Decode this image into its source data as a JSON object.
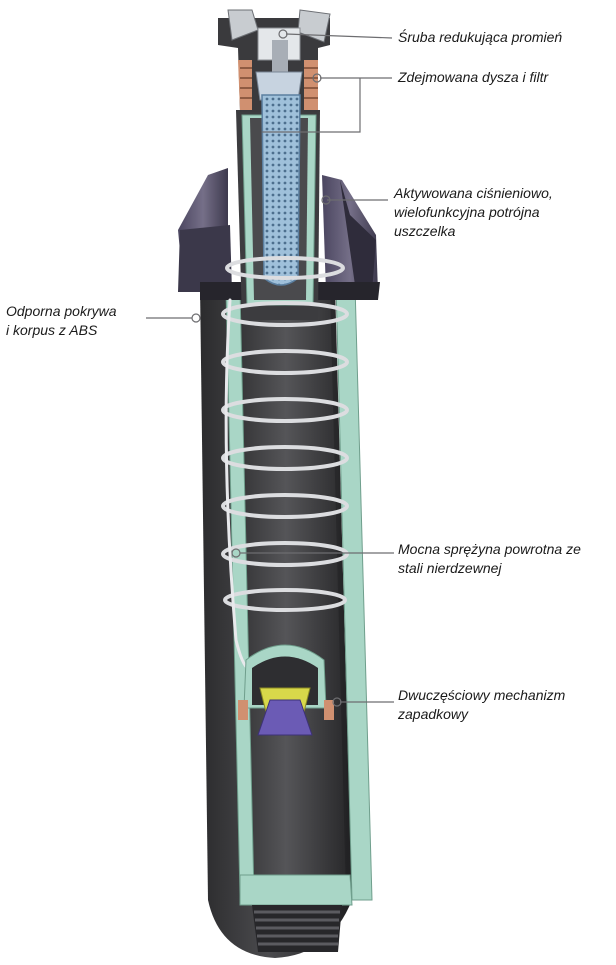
{
  "labels": {
    "radius_screw": "Śruba redukująca promień",
    "nozzle_filter": "Zdejmowana dysza i filtr",
    "seal": [
      "Aktywowana ciśnieniowo,",
      "wielofunkcyjna potrójna",
      "uszczelka"
    ],
    "body_cover": [
      "Odporna pokrywa",
      "i korpus z ABS"
    ],
    "spring": [
      "Mocna sprężyna powrotna ze",
      "stali nierdzewnej"
    ],
    "ratchet": [
      "Dwuczęściowy mechanizm",
      "zapadkowy"
    ]
  },
  "colors": {
    "body": "#3a3a3c",
    "body_dark": "#1f1f21",
    "cutaway": "#a9d6c6",
    "spring": "#d9dadd",
    "filter": "#8fb3cf",
    "cap": "#5f5a6e",
    "ratchet_yellow": "#d8d84a",
    "ratchet_blue": "#6b5bb5",
    "thread_copper": "#d09070"
  }
}
